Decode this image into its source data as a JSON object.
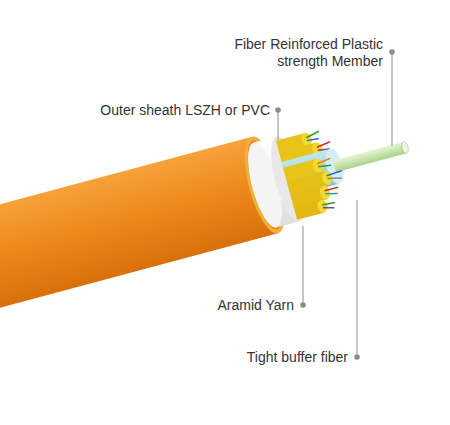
{
  "diagram": {
    "labels": [
      "Fiber Reinforced Plastic strength Member",
      "Outer sheath LSZH or PVC",
      "Aramid Yarn",
      "Tight buffer fiber"
    ]
  }
}
